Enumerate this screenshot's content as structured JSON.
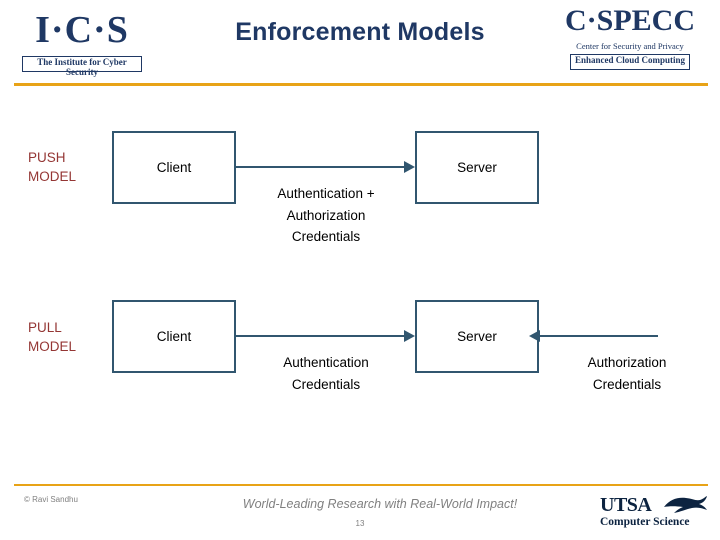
{
  "header": {
    "title": "Enforcement Models",
    "left_logo": {
      "wordmark": "I·C·S",
      "subtitle": "The Institute for Cyber Security",
      "icon": "ics-logo"
    },
    "right_logo": {
      "wordmark": "C·SPECC",
      "line1": "Center for Security and Privacy",
      "line2": "Enhanced Cloud Computing",
      "icon": "cspecc-logo"
    },
    "accent_color": "#E8A317",
    "title_color": "#1F3864"
  },
  "diagram": {
    "box_border_color": "#31566F",
    "label_color": "#943634",
    "rows": [
      {
        "label": "PUSH\nMODEL",
        "label_line1": "PUSH",
        "label_line2": "MODEL",
        "client_label": "Client",
        "server_label": "Server",
        "center_caption": "Authentication +\nAuthorization\nCredentials",
        "center_caption_lines": [
          "Authentication +",
          "Authorization",
          "Credentials"
        ],
        "arrow_direction": "right",
        "side_caption_lines": []
      },
      {
        "label": "PULL\nMODEL",
        "label_line1": "PULL",
        "label_line2": "MODEL",
        "client_label": "Client",
        "server_label": "Server",
        "center_caption": "Authentication\nCredentials",
        "center_caption_lines": [
          "Authentication",
          "Credentials"
        ],
        "arrow_direction": "right",
        "side_caption_lines": [
          "Authorization",
          "Credentials"
        ],
        "side_arrow_direction": "left"
      }
    ]
  },
  "footer": {
    "copyright": "© Ravi Sandhu",
    "tagline": "World-Leading Research with Real-World Impact!",
    "slide_number": "13",
    "utsa_logo": {
      "wordmark": "UTSA",
      "sub": "Computer Science",
      "icon": "utsa-roadrunner-icon"
    },
    "accent_color": "#E8A317"
  }
}
